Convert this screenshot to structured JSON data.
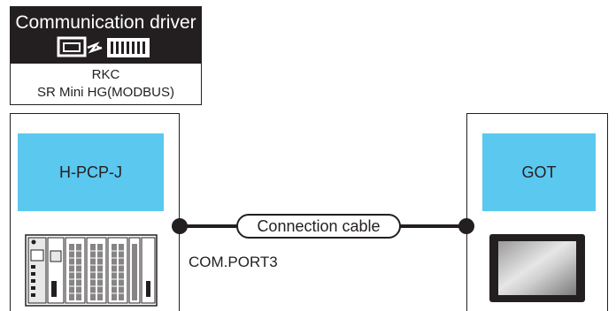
{
  "driver": {
    "title": "Communication driver",
    "maker": "RKC",
    "model": "SR Mini HG(MODBUS)",
    "icon": "communication-driver-icon"
  },
  "left_device": {
    "name": "H-PCP-J",
    "image": "controller-module-icon"
  },
  "right_device": {
    "name": "GOT",
    "image": "got-touch-panel-icon"
  },
  "connection": {
    "cable_label": "Connection cable",
    "port_label": "COM.PORT3"
  },
  "colors": {
    "label_fill": "#5bc8ef",
    "line": "#231f20"
  }
}
